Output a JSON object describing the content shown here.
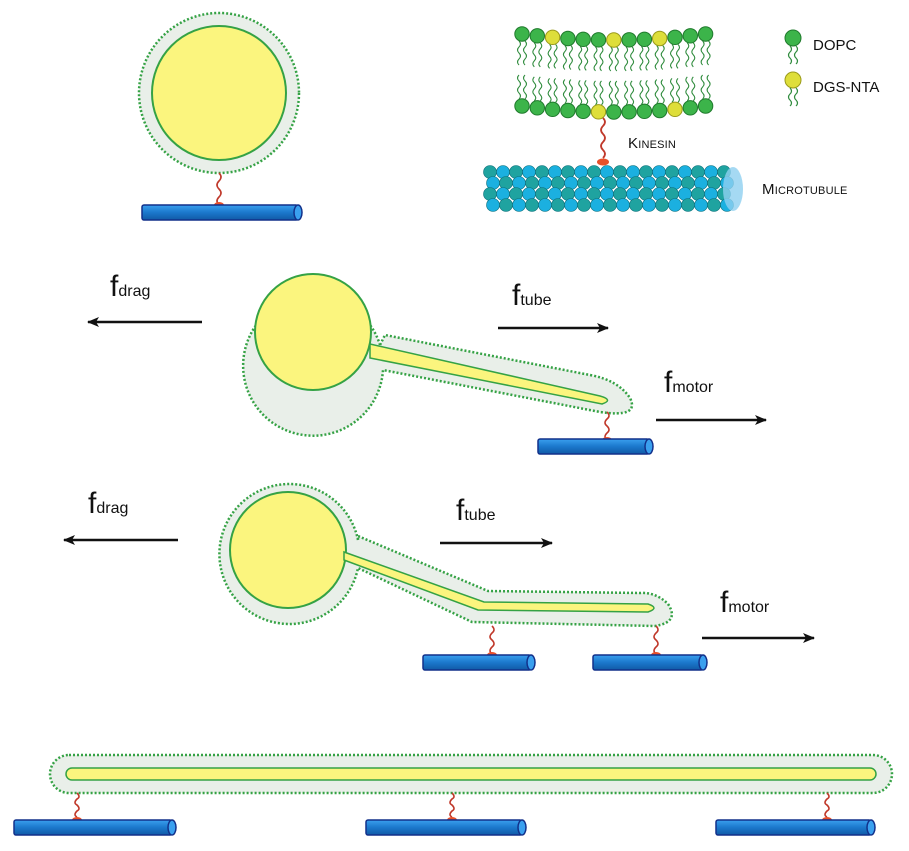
{
  "legend": {
    "lipids": [
      {
        "name": "DOPC",
        "color": "#3cb44a"
      },
      {
        "name": "DGS-NTA",
        "color": "#dede3a"
      }
    ],
    "kinesin_label": "Kinesin",
    "microtubule_label": "Microtubule"
  },
  "forces": {
    "base": "f",
    "drag_sub": "drag",
    "tube_sub": "tube",
    "motor_sub": "motor"
  },
  "colors": {
    "membrane": "#35a245",
    "vesicle_interior": "#fbf57e",
    "membrane_fill": "#e9efe9",
    "microtubule": "#1b78cc",
    "microtubule_edge": "#12308a",
    "kinesin": "#c0392b",
    "tubulin_a": "#1fa3a0",
    "tubulin_b": "#1bb0e0",
    "arrow": "#111111"
  }
}
